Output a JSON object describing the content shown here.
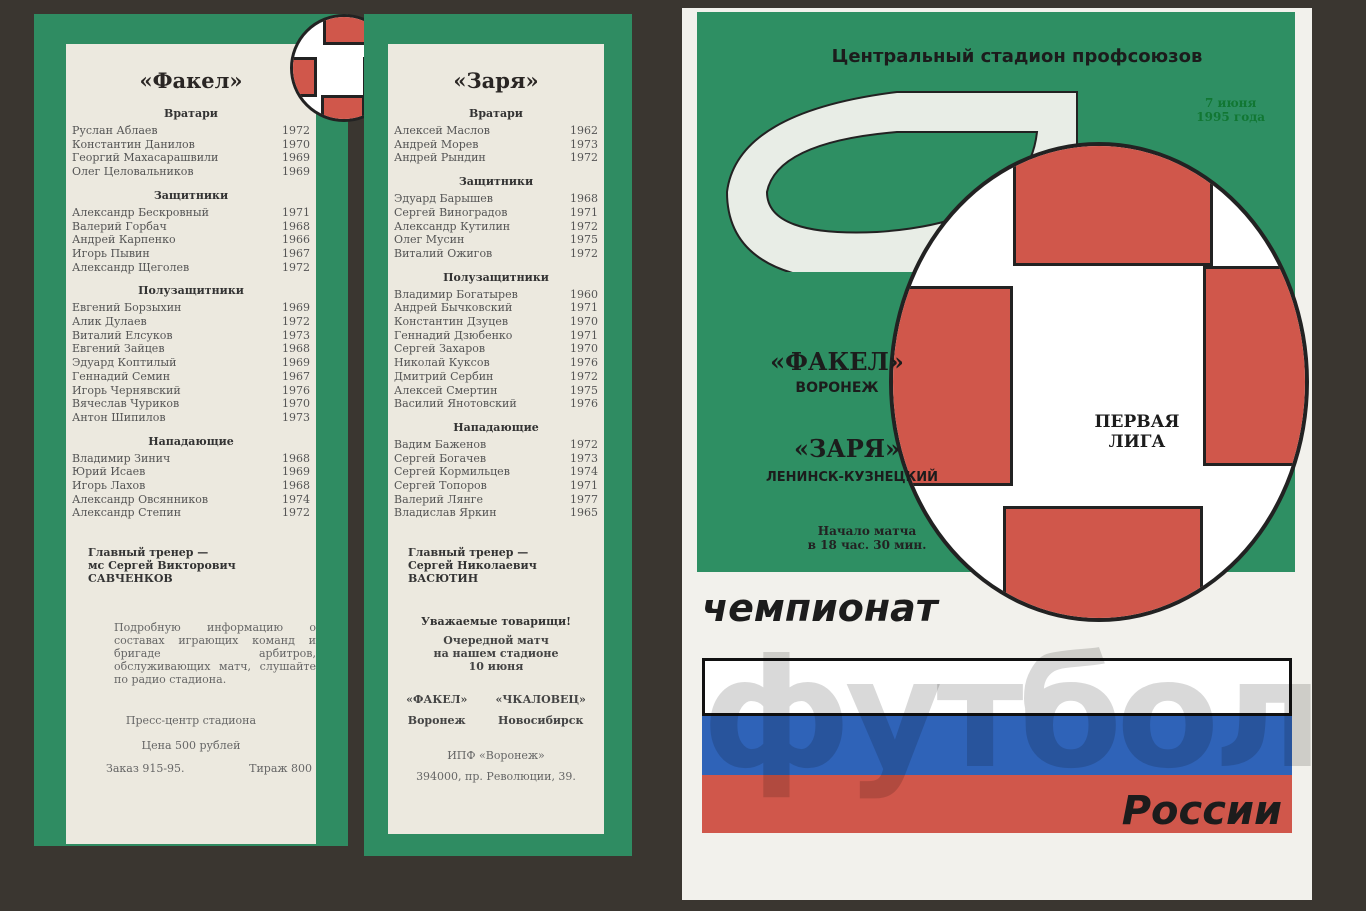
{
  "left": {
    "team": "«Факел»",
    "sections": [
      {
        "title": "Вратари",
        "players": [
          [
            "Руслан Аблаев",
            "1972"
          ],
          [
            "Константин Данилов",
            "1970"
          ],
          [
            "Георгий Махасарашвили",
            "1969"
          ],
          [
            "Олег Целовальников",
            "1969"
          ]
        ]
      },
      {
        "title": "Защитники",
        "players": [
          [
            "Александр Бескровный",
            "1971"
          ],
          [
            "Валерий Горбач",
            "1968"
          ],
          [
            "Андрей Карпенко",
            "1966"
          ],
          [
            "Игорь Пывин",
            "1967"
          ],
          [
            "Александр Щеголев",
            "1972"
          ]
        ]
      },
      {
        "title": "Полузащитники",
        "players": [
          [
            "Евгений Борзыхин",
            "1969"
          ],
          [
            "Алик Дулаев",
            "1972"
          ],
          [
            "Виталий Елсуков",
            "1973"
          ],
          [
            "Евгений Зайцев",
            "1968"
          ],
          [
            "Эдуард Коптилый",
            "1969"
          ],
          [
            "Геннадий Семин",
            "1967"
          ],
          [
            "Игорь Чернявский",
            "1976"
          ],
          [
            "Вячеслав Чуриков",
            "1970"
          ],
          [
            "Антон Шипилов",
            "1973"
          ]
        ]
      },
      {
        "title": "Нападающие",
        "players": [
          [
            "Владимир Зинич",
            "1968"
          ],
          [
            "Юрий Исаев",
            "1969"
          ],
          [
            "Игорь Лахов",
            "1968"
          ],
          [
            "Александр Овсянников",
            "1974"
          ],
          [
            "Александр Степин",
            "1972"
          ]
        ]
      }
    ],
    "coach": [
      "Главный тренер —",
      "мс Сергей Викторович",
      "САВЧЕНКОВ"
    ],
    "info": "Подробную информацию о составах играющих команд и бригаде арбитров, обслуживающих матч, слушайте по радио стадиона.",
    "press": "Пресс-центр стадиона",
    "price": "Цена 500 рублей",
    "order": "Заказ 915-95.",
    "print_run": "Тираж 800"
  },
  "mid": {
    "team": "«Заря»",
    "sections": [
      {
        "title": "Вратари",
        "players": [
          [
            "Алексей Маслов",
            "1962"
          ],
          [
            "Андрей Морев",
            "1973"
          ],
          [
            "Андрей Рындин",
            "1972"
          ]
        ]
      },
      {
        "title": "Защитники",
        "players": [
          [
            "Эдуард Барышев",
            "1968"
          ],
          [
            "Сергей Виноградов",
            "1971"
          ],
          [
            "Александр Кутилин",
            "1972"
          ],
          [
            "Олег Мусин",
            "1975"
          ],
          [
            "Виталий Ожигов",
            "1972"
          ]
        ]
      },
      {
        "title": "Полузащитники",
        "players": [
          [
            "Владимир Богатырев",
            "1960"
          ],
          [
            "Андрей Бычковский",
            "1971"
          ],
          [
            "Константин Дзуцев",
            "1970"
          ],
          [
            "Геннадий Дзюбенко",
            "1971"
          ],
          [
            "Сергей Захаров",
            "1970"
          ],
          [
            "Николай Куксов",
            "1976"
          ],
          [
            "Дмитрий Сербин",
            "1972"
          ],
          [
            "Алексей Смертин",
            "1975"
          ],
          [
            "Василий Янотовский",
            "1976"
          ]
        ]
      },
      {
        "title": "Нападающие",
        "players": [
          [
            "Вадим Баженов",
            "1972"
          ],
          [
            "Сергей Богачев",
            "1973"
          ],
          [
            "Сергей Кормильцев",
            "1974"
          ],
          [
            "Сергей Топоров",
            "1971"
          ],
          [
            "Валерий Лянге",
            "1977"
          ],
          [
            "Владислав Яркин",
            "1965"
          ]
        ]
      }
    ],
    "coach": [
      "Главный тренер —",
      "Сергей Николаевич",
      "ВАСЮТИН"
    ],
    "appeal": "Уважаемые товарищи!",
    "next1": "Очередной матч",
    "next2": "на нашем стадионе",
    "next3": "10 июня",
    "home": "«ФАКЕЛ»",
    "home_city": "Воронеж",
    "away": "«ЧКАЛОВЕЦ»",
    "away_city": "Новосибирск",
    "publisher": "ИПФ «Воронеж»",
    "address": "394000, пр. Революции, 39."
  },
  "cover": {
    "stadium": "Центральный стадион профсоюзов",
    "date1": "7 июня",
    "date2": "1995 года",
    "team1": "«ФАКЕЛ»",
    "city1": "ВОРОНЕЖ",
    "team2": "«ЗАРЯ»",
    "city2": "ЛЕНИНСК-КУЗНЕЦКИЙ",
    "kickoff1": "Начало матча",
    "kickoff2": "в 18 час. 30 мин.",
    "league1": "ПЕРВАЯ",
    "league2": "ЛИГА",
    "champ": "чемпионат",
    "football": "футбол",
    "russia": "России",
    "colors": {
      "green": "#2e8f63",
      "red": "#d0574b",
      "blue": "#2f63b8",
      "white": "#ffffff"
    }
  }
}
